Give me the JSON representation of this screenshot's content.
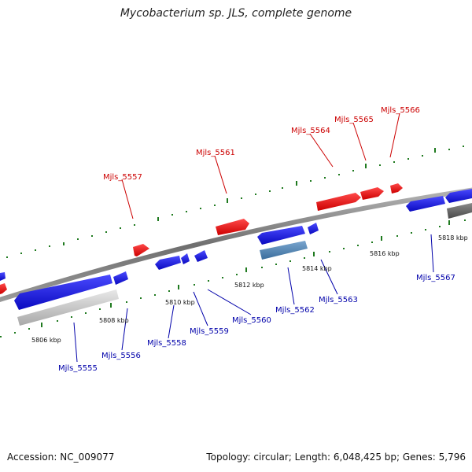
{
  "title": "Mycobacterium sp. JLS, complete genome",
  "footer": {
    "accession": "Accession: NC_009077",
    "stats": "Topology: circular; Length: 6,048,425 bp; Genes: 5,796"
  },
  "colors": {
    "forward_gene": "#ee0000",
    "reverse_gene": "#1a1ae6",
    "label_forward": "#cc0000",
    "label_reverse": "#0000aa",
    "tick": "#1f7a1f",
    "backbone": "#888888",
    "rna_gene": "#4a7fb0",
    "pseudo_gene": "#c8c8c8"
  },
  "ticks": [
    {
      "kbp": 5806,
      "label": "5806 kbp"
    },
    {
      "kbp": 5808,
      "label": "5808 kbp"
    },
    {
      "kbp": 5810,
      "label": "5810 kbp"
    },
    {
      "kbp": 5812,
      "label": "5812 kbp"
    },
    {
      "kbp": 5814,
      "label": "5814 kbp"
    },
    {
      "kbp": 5816,
      "label": "5816 kbp"
    },
    {
      "kbp": 5818,
      "label": "5818 kbp"
    }
  ],
  "genes": {
    "forward_labels": [
      "Mjls_5557",
      "Mjls_5561",
      "Mjls_5564",
      "Mjls_5565",
      "Mjls_5566"
    ],
    "reverse_labels": [
      "Mjls_5555",
      "Mjls_5556",
      "Mjls_5558",
      "Mjls_5559",
      "Mjls_5560",
      "Mjls_5562",
      "Mjls_5563",
      "Mjls_5567"
    ]
  }
}
